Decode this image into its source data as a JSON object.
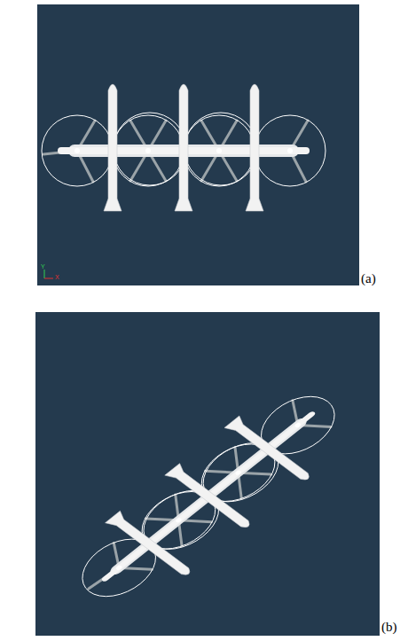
{
  "diagram": {
    "labels": [
      "Y",
      "X",
      "(a)",
      "(b)"
    ]
  }
}
